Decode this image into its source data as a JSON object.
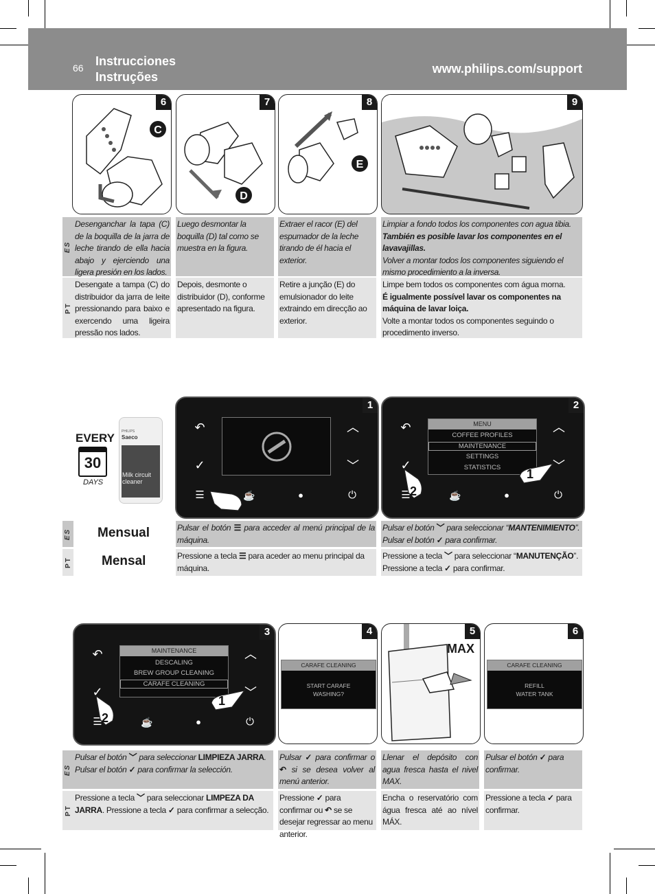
{
  "header": {
    "page_number": "66",
    "title_es": "Instrucciones",
    "title_pt": "Instruções",
    "url": "www.philips.com/support"
  },
  "section1": {
    "steps": [
      {
        "num": "6",
        "label": "C",
        "es": "Desenganchar la tapa (C) de la boquilla de la jarra de leche tirando de ella hacia abajo y ejerciendo una ligera presión en los lados.",
        "pt": "Desengate a tampa (C) do distribuidor da jarra de leite pressionando para baixo e exercendo uma ligeira pressão nos lados."
      },
      {
        "num": "7",
        "label": "D",
        "es": "Luego desmontar la boquilla (D) tal como se muestra en la figura.",
        "pt": "Depois, desmonte o distribuidor (D), conforme apresentado na figura."
      },
      {
        "num": "8",
        "label": "E",
        "es": "Extraer el racor (E) del espumador de la leche tirando de él hacia el exterior.",
        "pt": "Retire a junção (E) do emulsionador do leite extraindo em direcção ao exterior."
      },
      {
        "num": "9",
        "es_1": "Limpiar a fondo todos los componentes con agua tibia.",
        "es_2": "También es posible lavar los componentes en el lavavajillas.",
        "es_3": "Volver a montar todos los componentes siguiendo el mismo procedimiento a la inversa.",
        "pt_1": "Limpe bem todos os componentes com água morna.",
        "pt_2": "É igualmente possível lavar os componentes na máquina de lavar loiça.",
        "pt_3": "Volte a montar todos os componentes seguindo o procedimento inverso."
      }
    ],
    "lang_es": "ES",
    "lang_pt": "PT"
  },
  "section2": {
    "calendar": {
      "every": "EVERY",
      "number": "30",
      "days": "DAYS"
    },
    "product": {
      "brand": "PHILIPS",
      "saeco": "Saeco",
      "name_1": "Milk circuit",
      "name_2": "cleaner"
    },
    "freq_es": "Mensual",
    "freq_pt": "Mensal",
    "step1": {
      "num": "1",
      "es_a": "Pulsar el botón",
      "es_b": "para acceder al menú principal de la máquina.",
      "pt_a": "Pressione a tecla",
      "pt_b": "para aceder ao menu principal da máquina."
    },
    "step2": {
      "num": "2",
      "menu": {
        "head": "MENU",
        "items": [
          "COFFEE PROFILES",
          "MAINTENANCE",
          "SETTINGS",
          "STATISTICS"
        ]
      },
      "es_a": "Pulsar el botón",
      "es_b": "para seleccionar “",
      "es_bold": "MANTENIMIENTO",
      "es_c": "”.",
      "es_d": "Pulsar el botón",
      "es_e": "para confirmar.",
      "pt_a": "Pressione a tecla",
      "pt_b": "para seleccionar “",
      "pt_bold": "MANUTENÇÃO",
      "pt_c": "”.",
      "pt_d": "Pressione a tecla",
      "pt_e": "para confirmar."
    }
  },
  "section3": {
    "step3": {
      "num": "3",
      "menu": {
        "head": "MAINTENANCE",
        "items": [
          "DESCALING",
          "BREW GROUP CLEANING",
          "CARAFE CLEANING"
        ]
      },
      "es_a": "Pulsar el botón",
      "es_b": "para seleccionar",
      "es_bold": "LIMPIEZA JARRA",
      "es_c": ". Pulsar el botón",
      "es_d": "para confirmar la selección.",
      "pt_a": "Pressione a tecla",
      "pt_b": "para seleccionar",
      "pt_bold": "LIMPEZA DA JARRA",
      "pt_c": ". Pressione a tecla",
      "pt_d": "para confirmar a selecção."
    },
    "step4": {
      "num": "4",
      "head": "CARAFE CLEANING",
      "line1": "START CARAFE",
      "line2": "WASHING?",
      "es_a": "Pulsar",
      "es_b": "para confirmar o",
      "es_c": "si se desea volver al menú anterior.",
      "pt_a": "Pressione",
      "pt_b": "para confirmar ou",
      "pt_c": "se se desejar regressar ao menu anterior."
    },
    "step5": {
      "num": "5",
      "max": "MAX",
      "es": "Llenar el depósito con agua fresca hasta el nivel MAX.",
      "pt": "Encha o reservatório com água fresca até ao nível MÁX."
    },
    "step6": {
      "num": "6",
      "head": "CARAFE CLEANING",
      "line1": "REFILL",
      "line2": "WATER TANK",
      "es_a": "Pulsar el botón",
      "es_b": "para confirmar.",
      "pt_a": "Pressione a tecla",
      "pt_b": "para confirmar."
    }
  }
}
